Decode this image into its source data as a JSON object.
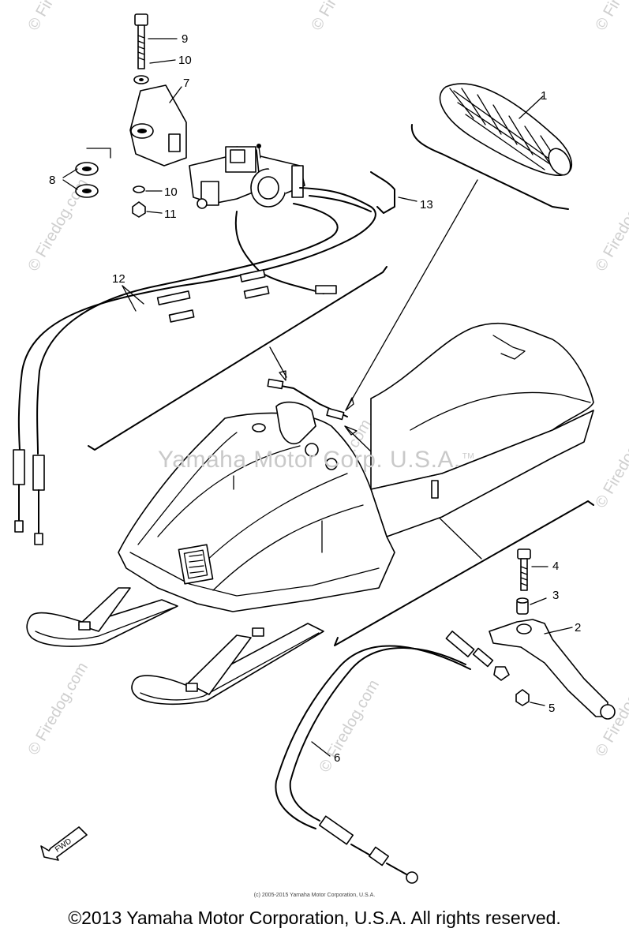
{
  "callouts": {
    "c1": "1",
    "c2": "2",
    "c3": "3",
    "c4": "4",
    "c5": "5",
    "c6": "6",
    "c7": "7",
    "c8": "8",
    "c9": "9",
    "c10a": "10",
    "c10b": "10",
    "c11": "11",
    "c12": "12",
    "c13": "13"
  },
  "fwd_label": "FWD",
  "watermark_center": "Yamaha Motor Corp. U.S.A.",
  "watermark_tm": "TM",
  "watermark_site": "© Firedog.com",
  "small_copyright": "(c) 2005-2015 Yamaha Motor Corporation, U.S.A.",
  "copyright": "©2013 Yamaha Motor Corporation, U.S.A. All rights reserved."
}
